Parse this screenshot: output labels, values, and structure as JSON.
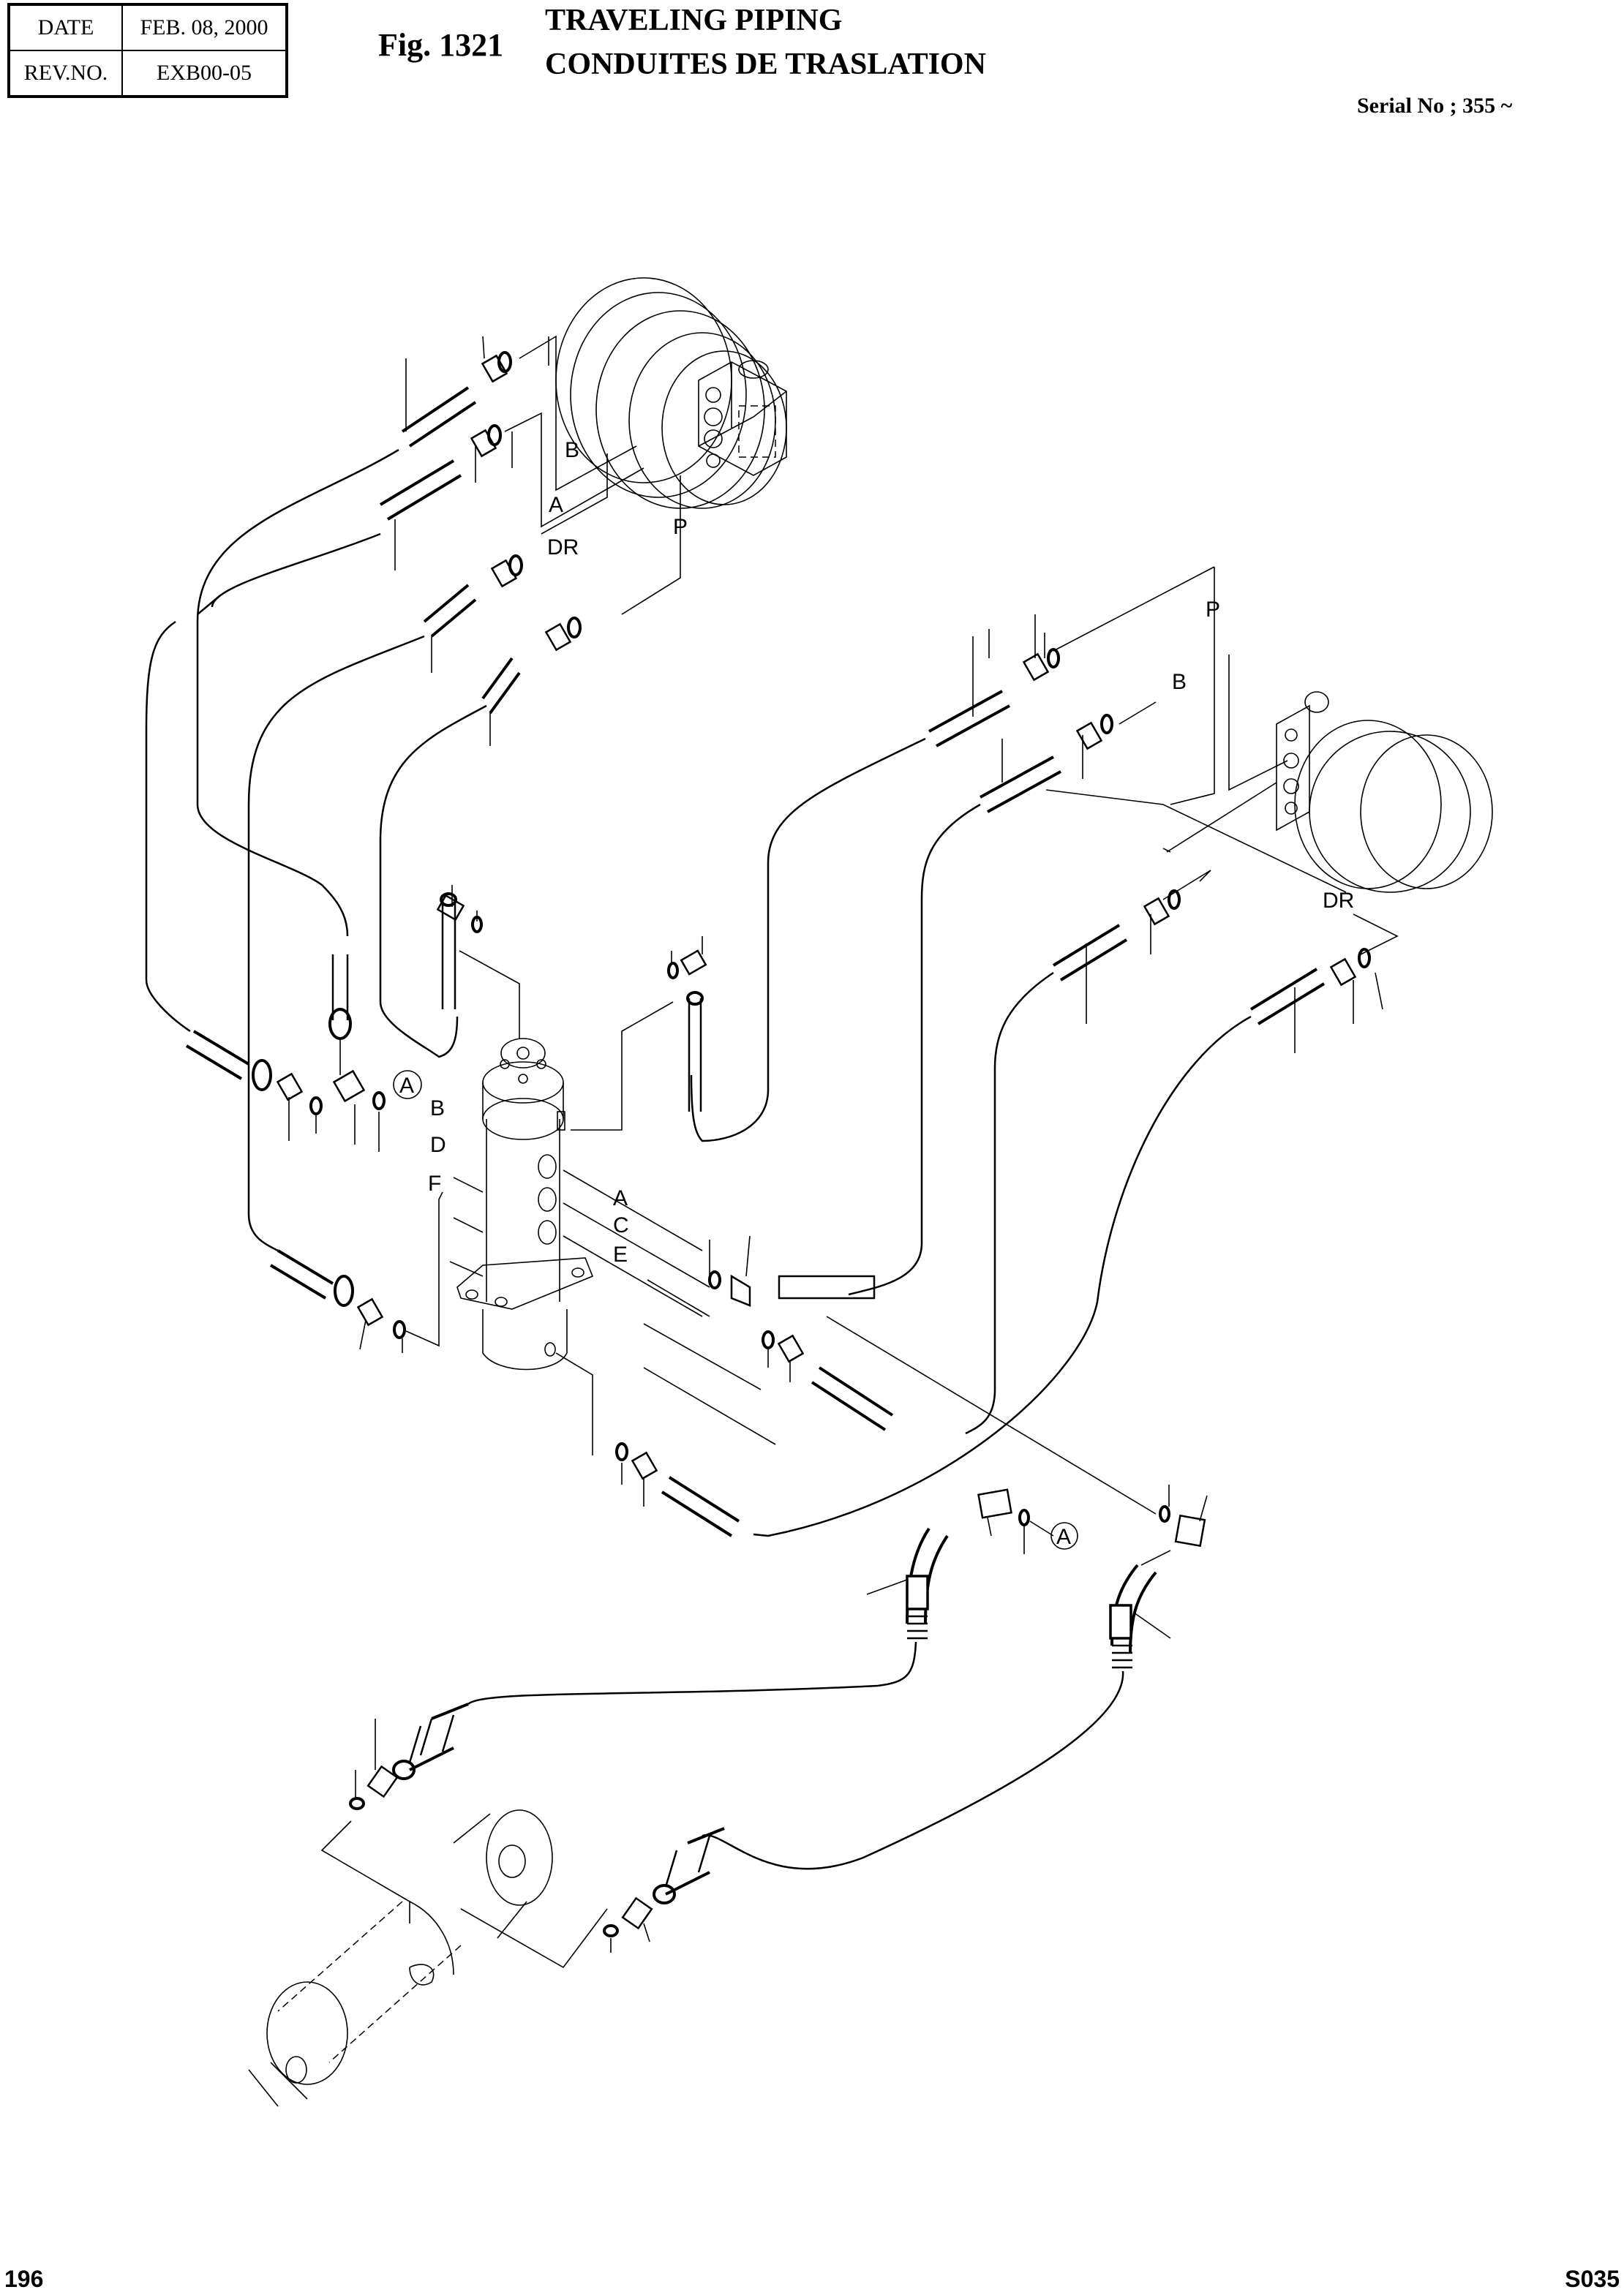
{
  "header": {
    "date_label": "DATE",
    "date_value": "FEB. 08, 2000",
    "rev_label": "REV.NO.",
    "rev_value": "EXB00-05",
    "figure_number": "Fig. 1321",
    "title_en": "TRAVELING PIPING",
    "title_fr": "CONDUITES DE TRASLATION",
    "serial": "Serial No ; 355 ~"
  },
  "diagram": {
    "left_motor_port_labels": {
      "b": "B",
      "a": "A",
      "dr": "DR",
      "p": "P"
    },
    "right_motor_port_labels": {
      "p": "P",
      "b": "B",
      "dr": "DR"
    },
    "swivel_joint_labels": {
      "b": "B",
      "d": "D",
      "f": "F",
      "a": "A",
      "c": "C",
      "e": "E"
    },
    "reference_callout": "A",
    "reference_callout_2": "A"
  },
  "footer": {
    "page_number": "196",
    "section_code": "S035"
  }
}
